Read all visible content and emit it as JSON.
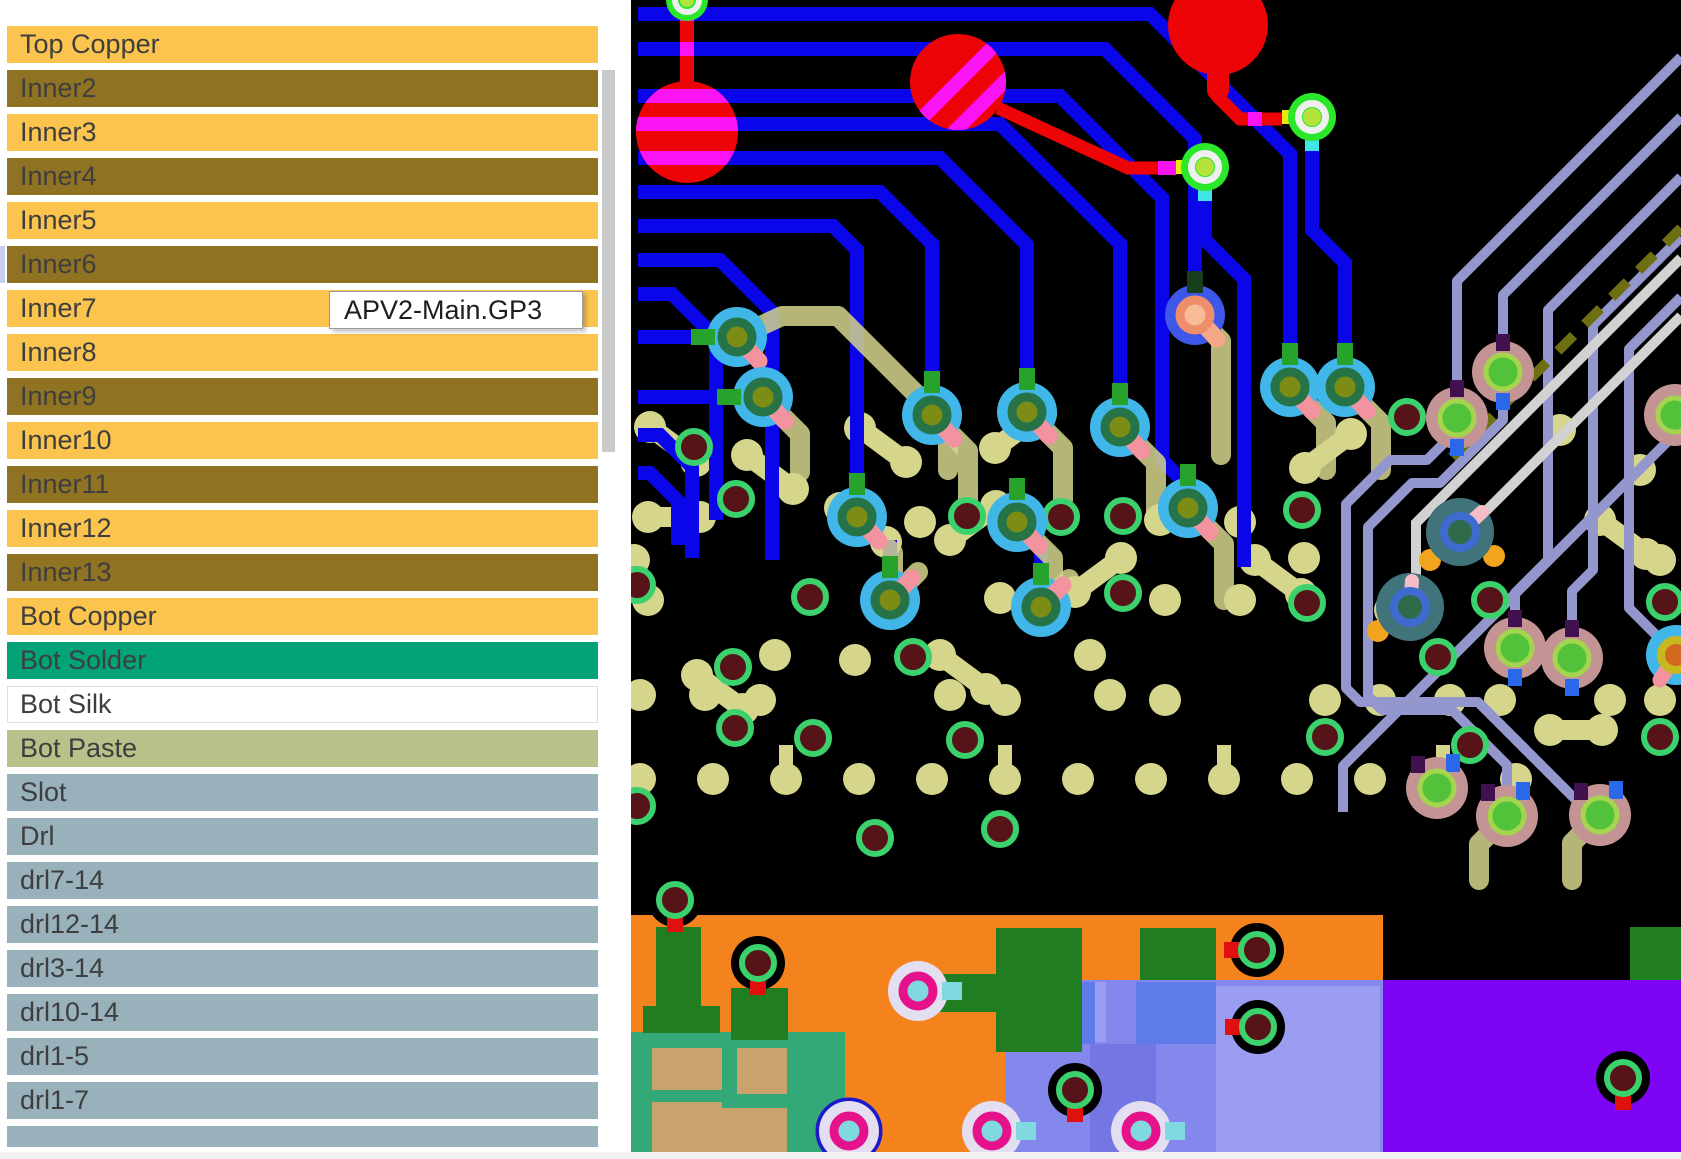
{
  "sidebar": {
    "layers": [
      {
        "label": "Top Copper",
        "color": "copper"
      },
      {
        "label": "Inner2",
        "color": "dark"
      },
      {
        "label": "Inner3",
        "color": "copper"
      },
      {
        "label": "Inner4",
        "color": "dark"
      },
      {
        "label": "Inner5",
        "color": "copper"
      },
      {
        "label": "Inner6",
        "color": "dark"
      },
      {
        "label": "Inner7",
        "color": "copper"
      },
      {
        "label": "Inner8",
        "color": "copper"
      },
      {
        "label": "Inner9",
        "color": "dark"
      },
      {
        "label": "Inner10",
        "color": "copper"
      },
      {
        "label": "Inner11",
        "color": "dark"
      },
      {
        "label": "Inner12",
        "color": "copper"
      },
      {
        "label": "Inner13",
        "color": "dark"
      },
      {
        "label": "Bot Copper",
        "color": "copper"
      },
      {
        "label": "Bot Solder",
        "color": "solder"
      },
      {
        "label": "Bot Silk",
        "color": "silk"
      },
      {
        "label": "Bot Paste",
        "color": "paste"
      },
      {
        "label": "Slot",
        "color": "drill"
      },
      {
        "label": "Drl",
        "color": "drill"
      },
      {
        "label": "drl7-14",
        "color": "drill"
      },
      {
        "label": "drl12-14",
        "color": "drill"
      },
      {
        "label": "drl3-14",
        "color": "drill"
      },
      {
        "label": "drl10-14",
        "color": "drill"
      },
      {
        "label": "drl1-5",
        "color": "drill"
      },
      {
        "label": "drl1-7",
        "color": "drill"
      },
      {
        "label": "",
        "color": "drill",
        "partial": true
      }
    ]
  },
  "tooltip": {
    "text": "APV2-Main.GP3"
  },
  "palette": {
    "sidebar": {
      "copper": "#FAC44E",
      "dark": "#8F7322",
      "solder": "#02A376",
      "silk": "#FFFFFF",
      "paste": "#B8C189",
      "drill": "#98B1BB"
    },
    "sidebarText": "#3E3E3E",
    "pcb": {
      "black": "#000000",
      "blue": "#0A06E9",
      "khaki": "#D5D58C",
      "viaOuter": "#41B6E8",
      "viaRing": "#267347",
      "viaCenter": "#7C8C15",
      "stubGreen": "#27A22B",
      "pink": "#F2939F",
      "salmonOuter": "#3D58E8",
      "salmonRing": "#EF8E6B",
      "salmonCenter": "#F8BC96",
      "salmonStub": "#173F1E",
      "salmonDrop": "#F5A887",
      "red": "#EC0407",
      "magenta": "#FA14F4",
      "greenVia": "#2BE82B",
      "greenViaRing": "#EFEFEF",
      "greenViaCenter": "#B4E43C",
      "yellowStub": "#E8EA0A",
      "cyanStub": "#3FE3E8",
      "lavender": "#9496CE",
      "whiteTrace": "#D2D2D2",
      "olive": "#6E6E12",
      "rosy": "#C49494",
      "rosyCenter": "#53C23B",
      "rosyRing": "#A5D44E",
      "wedgePurple": "#41104F",
      "stubBlue": "#2968E8",
      "tealOuter": "#41737A",
      "tealRing": "#3E6BD0",
      "tealCenter": "#2F6B49",
      "tealDrop": "#F6BCC8",
      "orangeWedge": "#F2A41F",
      "maroon": "#571418",
      "padRing": "#3BD16C",
      "regionOrange": "#F5831D",
      "regionGreen": "#207D20",
      "regionSea": "#35A877",
      "regionTan": "#C9A36B",
      "peri": "#8487EC",
      "periLight": "#9B9DF1",
      "periMed": "#5E7BE9",
      "periDark": "#7476E3",
      "purple": "#7D05F3",
      "targetPale": "#E3DEF0",
      "targetMagenta": "#E6128C",
      "targetCyan": "#7FD9DE",
      "redStub": "#E01010",
      "navy": "#1A1ACC"
    }
  }
}
